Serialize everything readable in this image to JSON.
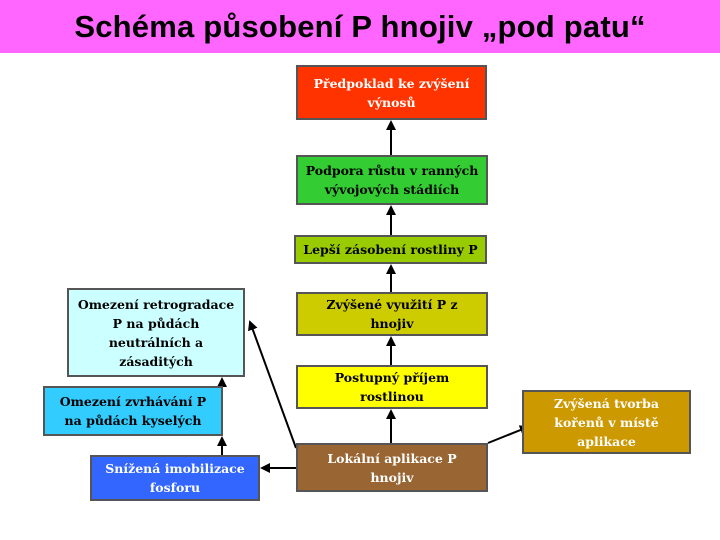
{
  "title": "Schéma působení P hnojiv „pod patu“",
  "boxes": {
    "b1": {
      "text": "Předpoklad ke zvýšení výnosů",
      "bg": "#ff3300",
      "color": "#ffffff"
    },
    "b2": {
      "text": "Podpora růstu v ranných vývojových stádiích",
      "bg": "#33cc33",
      "color": "#000000"
    },
    "b3": {
      "text": "Lepší zásobení rostliny P",
      "bg": "#99cc00",
      "color": "#000000"
    },
    "b4": {
      "text": "Zvýšené využití P z hnojiv",
      "bg": "#cccc00",
      "color": "#000000"
    },
    "b5": {
      "text": "Postupný příjem rostlinou",
      "bg": "#ffff00",
      "color": "#000000"
    },
    "b6": {
      "text": "Lokální aplikace P hnojiv",
      "bg": "#996633",
      "color": "#ffffff"
    },
    "b7": {
      "text": "Zvýšená tvorba kořenů v místě aplikace",
      "bg": "#cc9900",
      "color": "#ffffff"
    },
    "b8": {
      "text": "Snížená imobilizace fosforu",
      "bg": "#3366ff",
      "color": "#ffffff"
    },
    "b9": {
      "text": "Omezení zvrhávání P na půdách kyselých",
      "bg": "#33ccff",
      "color": "#000000"
    },
    "b10": {
      "text": "Omezení retrogradace P na půdách neutrálních a zásaditých",
      "bg": "#ccffff",
      "color": "#000000"
    }
  }
}
